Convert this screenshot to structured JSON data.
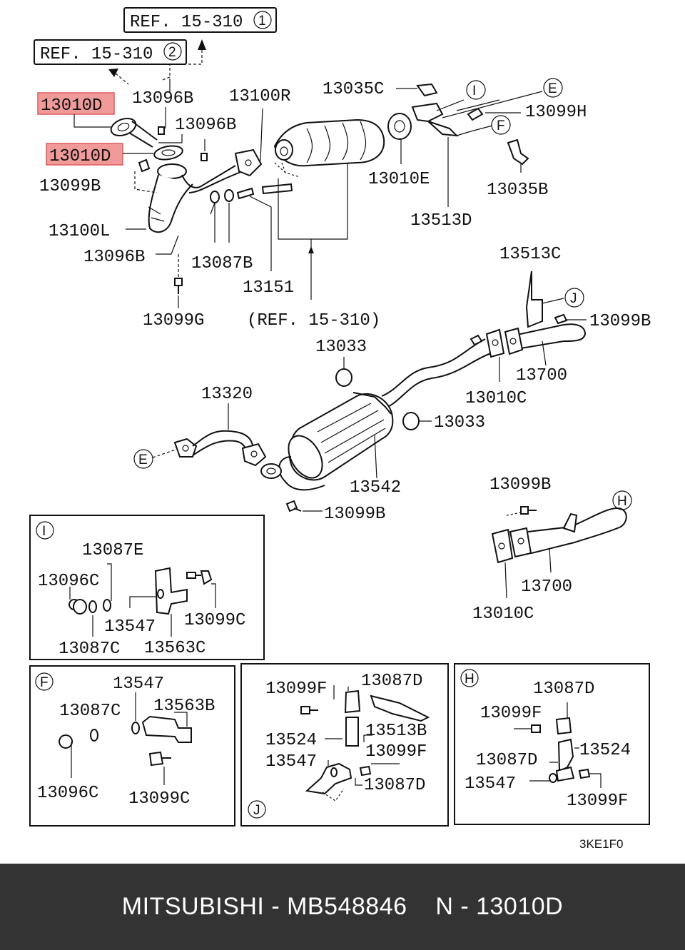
{
  "refs": {
    "ref1": "REF. 15-310",
    "ref1_num": "1",
    "ref2": "REF. 15-310",
    "ref2_num": "2",
    "ref3": "(REF. 15-310)"
  },
  "labels": {
    "p13010D_a": "13010D",
    "p13010D_b": "13010D",
    "p13096B_a": "13096B",
    "p13096B_b": "13096B",
    "p13096B_c": "13096B",
    "p13100R": "13100R",
    "p13099B_a": "13099B",
    "p13100L": "13100L",
    "p13087B": "13087B",
    "p13151": "13151",
    "p13099G": "13099G",
    "p13035C": "13035C",
    "p13010E": "13010E",
    "p13099H": "13099H",
    "p13035B": "13035B",
    "p13513D": "13513D",
    "p13513C": "13513C",
    "p13099B_b": "13099B",
    "p13033_a": "13033",
    "p13033_b": "13033",
    "p13700_a": "13700",
    "p13010C_a": "13010C",
    "p13320": "13320",
    "p13542": "13542",
    "p13099B_c": "13099B",
    "p13099B_d": "13099B",
    "p13700_b": "13700",
    "p13010C_b": "13010C"
  },
  "callouts": {
    "I": "I",
    "E": "E",
    "F": "F",
    "J": "J",
    "H": "H",
    "E2": "E"
  },
  "panel_I": {
    "tag": "I",
    "p13087E": "13087E",
    "p13096C": "13096C",
    "p13547": "13547",
    "p13099C": "13099C",
    "p13087C": "13087C",
    "p13563C": "13563C"
  },
  "panel_F": {
    "tag": "F",
    "p13547": "13547",
    "p13087C": "13087C",
    "p13563B": "13563B",
    "p13096C": "13096C",
    "p13099C": "13099C"
  },
  "panel_J": {
    "tag": "J",
    "p13099F_a": "13099F",
    "p13087D_a": "13087D",
    "p13524": "13524",
    "p13513B": "13513B",
    "p13099F_b": "13099F",
    "p13547": "13547",
    "p13087D_b": "13087D"
  },
  "panel_H": {
    "tag": "H",
    "p13087D_a": "13087D",
    "p13099F_a": "13099F",
    "p13524": "13524",
    "p13087D_b": "13087D",
    "p13547": "13547",
    "p13099F_b": "13099F"
  },
  "diagram_code": "3KE1F0",
  "footer": "MITSUBISHI - MB548846    N - 13010D",
  "colors": {
    "highlight": "#f19a9a",
    "footer_bg": "#333333",
    "footer_text": "#ffffff"
  }
}
